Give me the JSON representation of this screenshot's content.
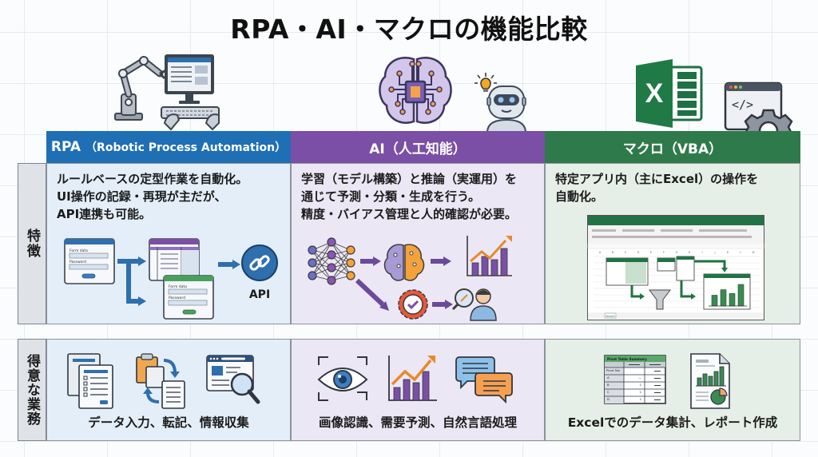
{
  "title": "RPA・AI・マクロの機能比較",
  "columns": [
    {
      "id": "rpa",
      "label": "RPA",
      "sublabel": "（Robotic Process Automation）",
      "color": "#1f6fb5"
    },
    {
      "id": "ai",
      "label": "AI（人工知能）",
      "sublabel": "",
      "color": "#7a4fa5"
    },
    {
      "id": "macro",
      "label": "マクロ（VBA）",
      "sublabel": "",
      "color": "#2f7a4a"
    }
  ],
  "rows": {
    "features_label": "特徴",
    "tasks_label": "得意な業務"
  },
  "features": {
    "rpa": [
      "ルールベースの定型作業を自動化。",
      "UI操作の記録・再現が主だが、",
      "API連携も可能。"
    ],
    "ai": [
      "学習（モデル構築）と推論（実運用）を",
      "通じて予測・分類・生成を行う。",
      "精度・バイアス管理と人的確認が必要。"
    ],
    "macro": [
      "特定アプリ内（主にExcel）の操作を",
      "自動化。"
    ]
  },
  "rpa_flow": {
    "form1_field1": "Form data",
    "form1_field2": "Password",
    "form2_field1": "Form data",
    "form2_field2": "Password",
    "api_label": "API"
  },
  "macro_sheet": {
    "columns": [
      "A",
      "B",
      "C",
      "D",
      "E",
      "F",
      "G",
      "H",
      "I",
      "J",
      "K",
      "L",
      "M"
    ],
    "sheet_tab": "Sheet1",
    "chart_bars": [
      0.45,
      0.68,
      0.52,
      0.9
    ]
  },
  "tasks": {
    "rpa": "データ入力、転記、情報収集",
    "ai": "画像認識、需要予測、自然言語処理",
    "macro": "Excelでのデータ集計、レポート作成"
  },
  "pivot": {
    "title": "Pivot Table Summary",
    "row_header": "Pivot Tab",
    "rows": [
      "A",
      "B",
      "C",
      "D"
    ],
    "values": [
      "—",
      "1",
      "1",
      "1"
    ]
  },
  "icons": {
    "rpa_hero": "robot-arm-computer-icon",
    "ai_hero": "brain-chip-icon",
    "ai_robot": "robot-head-icon",
    "macro_hero": "excel-logo-icon",
    "macro_code": "code-window-gear-icon"
  }
}
